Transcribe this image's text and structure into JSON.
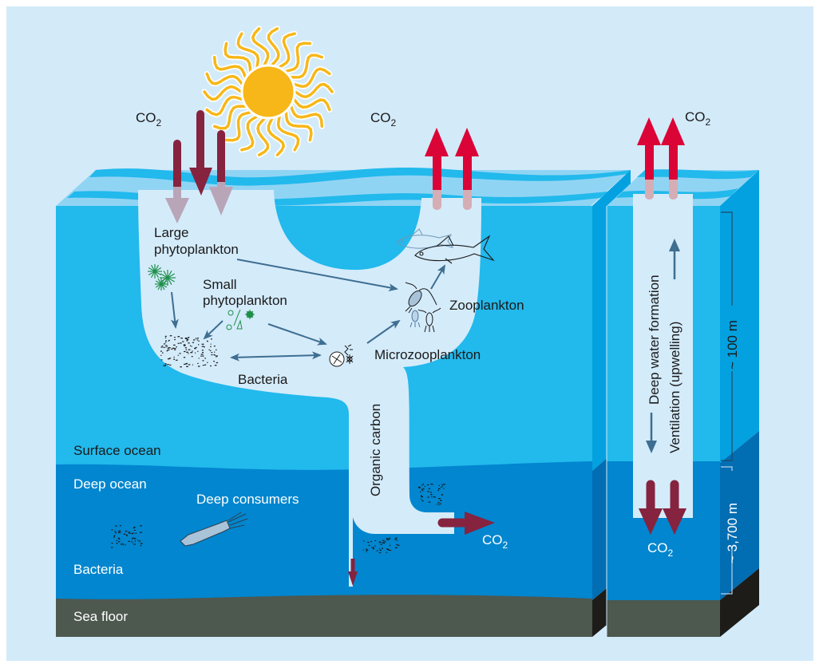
{
  "title": "Ocean carbon cycle: biological pump and ventilation",
  "colors": {
    "background": "#d3eaf9",
    "surface_ocean": "#22b9ec",
    "surface_side": "#03a1e0",
    "deep_ocean": "#0186cf",
    "deep_side": "#016db3",
    "sea_floor": "#4d584f",
    "sea_floor_side": "#1d1c18",
    "wave_light": "#90d4f4",
    "tube": "#d4ebfa",
    "co2_in_arrow": "#86233f",
    "co2_out_arrow": "#db0437",
    "flow_arrow": "#3e6e91",
    "sun": "#f7b718",
    "plankton_green": "#1e8f4a"
  },
  "sky_labels": {
    "co2_left": {
      "main": "CO",
      "sub": "2"
    },
    "co2_middle": {
      "main": "CO",
      "sub": "2"
    },
    "co2_right": {
      "main": "CO",
      "sub": "2"
    }
  },
  "food_web": {
    "large_phytoplankton": [
      "Large",
      "phytoplankton"
    ],
    "small_phytoplankton": [
      "Small",
      "phytoplankton"
    ],
    "zooplankton": "Zooplankton",
    "microzooplankton": "Microzooplankton",
    "bacteria": "Bacteria",
    "organic_carbon": "Organic carbon"
  },
  "layers": {
    "surface_ocean": "Surface ocean",
    "deep_ocean": "Deep ocean",
    "deep_consumers": "Deep consumers",
    "deep_bacteria": "Bacteria",
    "sea_floor": "Sea floor"
  },
  "deep_co2": {
    "main": "CO",
    "sub": "2"
  },
  "column": {
    "deep_water_formation": "Deep water formation",
    "ventilation": "Ventilation (upwelling)",
    "co2": {
      "main": "CO",
      "sub": "2"
    },
    "depth_surface": "~ 100 m",
    "depth_deep": "~ 3,700 m"
  },
  "icons": {
    "sun": "sun-icon",
    "fish": "fish-icon",
    "copepod": "copepod-icon",
    "squid": "squid-icon",
    "diatom": "diatom-icon",
    "bacteria_cluster": "bacteria-cluster-icon"
  }
}
